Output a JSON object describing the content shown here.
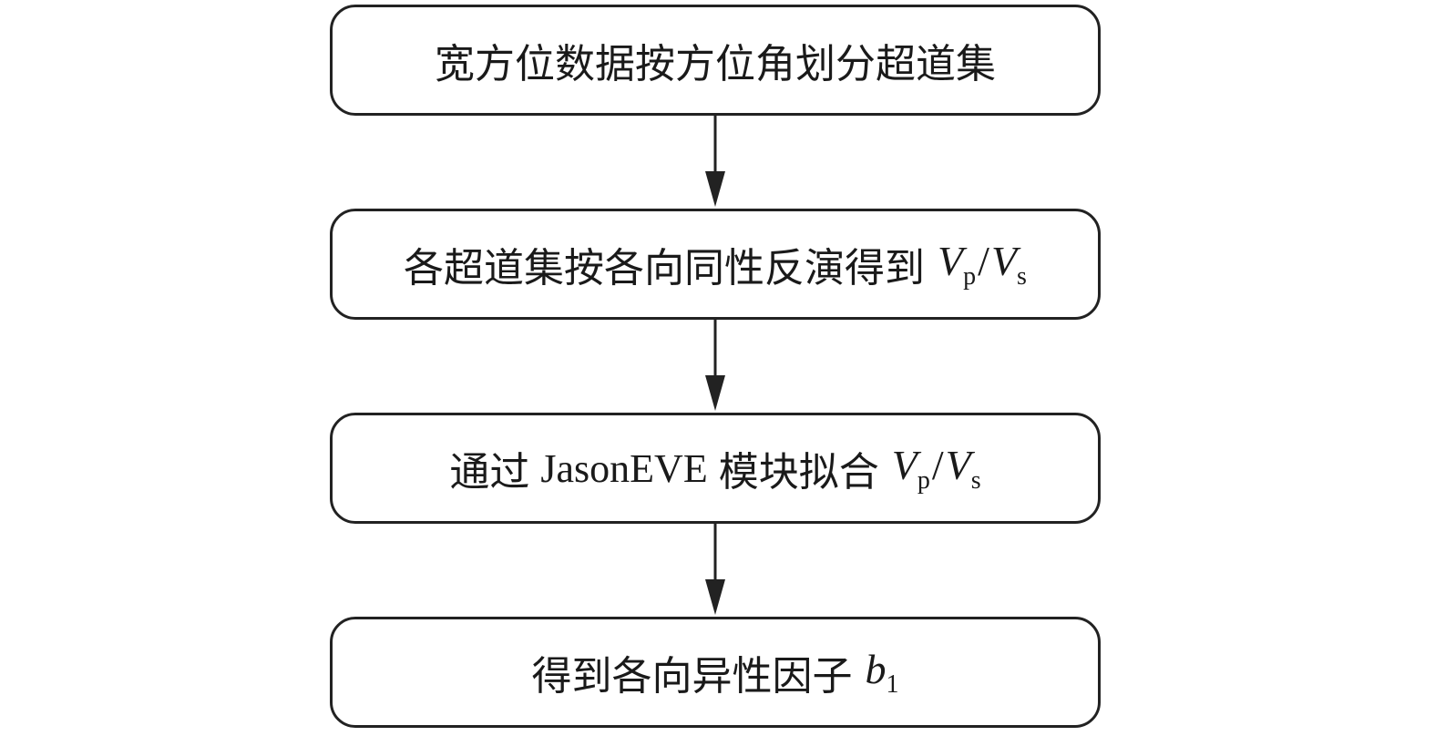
{
  "steps": [
    {
      "text": "宽方位数据按方位角划分超道集"
    },
    {
      "text": "各超道集按各向同性反演得到",
      "var1": "V",
      "sub1": "p",
      "slash": "/",
      "var2": "V",
      "sub2": "s"
    },
    {
      "text_before": "通过",
      "latin": "JasonEVE",
      "text_after": "模块拟合",
      "var1": "V",
      "sub1": "p",
      "slash": "/",
      "var2": "V",
      "sub2": "s"
    },
    {
      "text": "得到各向异性因子",
      "var": "b",
      "sub": "1"
    }
  ],
  "colors": {
    "stroke": "#222222",
    "background": "#ffffff"
  }
}
